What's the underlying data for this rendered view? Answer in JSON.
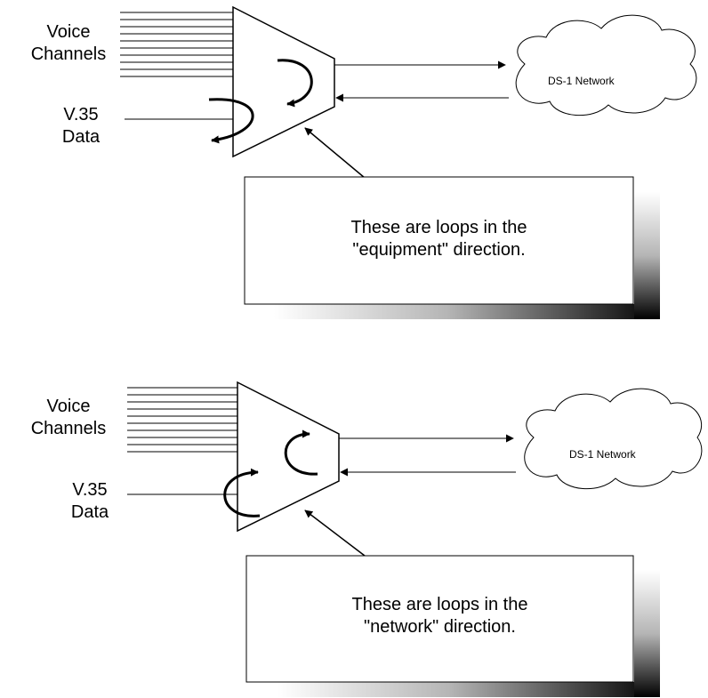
{
  "top": {
    "voice_label_1": "Voice",
    "voice_label_2": "Channels",
    "data_label_1": "V.35",
    "data_label_2": "Data",
    "network_label": "DS-1 Network",
    "note_line_1": "These are loops in the",
    "note_line_2": "\"equipment\" direction."
  },
  "bottom": {
    "voice_label_1": "Voice",
    "voice_label_2": "Channels",
    "data_label_1": "V.35",
    "data_label_2": "Data",
    "network_label": "DS-1 Network",
    "note_line_1": "These are loops in the",
    "note_line_2": "\"network\" direction."
  }
}
